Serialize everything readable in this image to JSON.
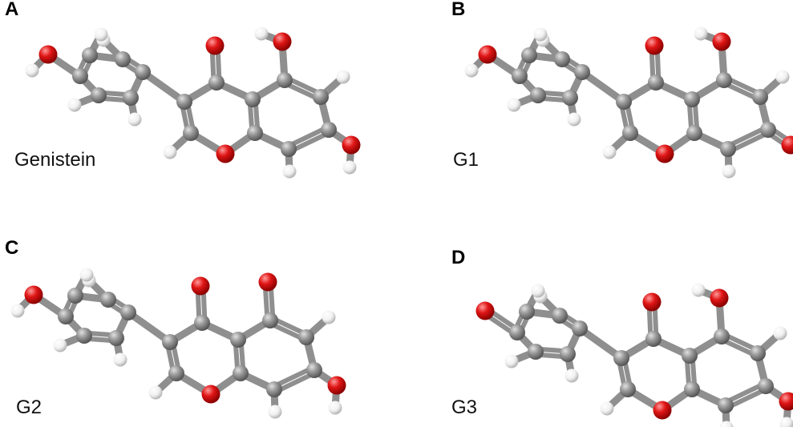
{
  "figure": {
    "panels": [
      {
        "letter": "A",
        "name": "Genistein",
        "variant": "genistein"
      },
      {
        "letter": "B",
        "name": "G1",
        "variant": "g1"
      },
      {
        "letter": "C",
        "name": "G2",
        "variant": "g2"
      },
      {
        "letter": "D",
        "name": "G3",
        "variant": "g3"
      }
    ]
  },
  "colors": {
    "carbon": "#8a8a8a",
    "bond": "#8f8f8f",
    "oxygen": "#e01616",
    "hydrogen": "#f2f2f2"
  }
}
